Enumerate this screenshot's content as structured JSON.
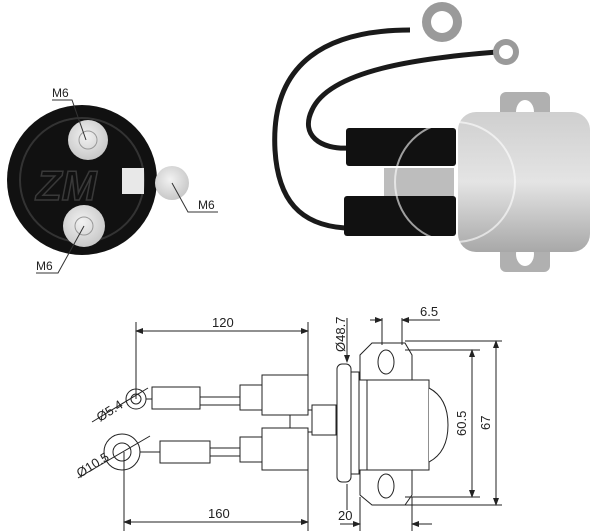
{
  "end_view": {
    "labels": {
      "top_terminal": "M6",
      "side_terminal": "M6",
      "bottom_terminal": "M6"
    },
    "watermark": "ZM"
  },
  "photo": {
    "description": "Solenoid with two lead wires and ring terminals"
  },
  "drawing": {
    "dimensions": {
      "lead_length_short": "120",
      "lead_length_long": "160",
      "ring_small_dia": "Ø5.4",
      "ring_large_dia": "Ø10.5",
      "body_dia": "Ø48.7",
      "slot_width": "6.5",
      "mount_hole_spacing": "60.5",
      "bracket_height": "67",
      "bracket_width": "20"
    }
  }
}
